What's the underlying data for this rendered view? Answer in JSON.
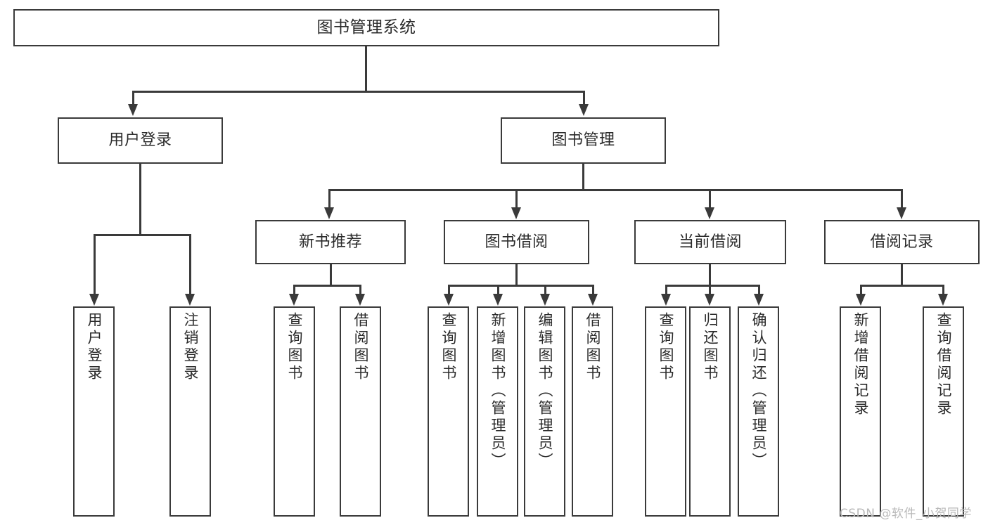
{
  "diagram": {
    "title": "图书管理系统",
    "type": "功能结构图",
    "stroke_color": "#3a3a3a",
    "text_color": "#2b2b2b",
    "background_color": "#ffffff"
  },
  "root": {
    "label": "图书管理系统"
  },
  "level2": [
    {
      "label": "用户登录"
    },
    {
      "label": "图书管理"
    }
  ],
  "level3": [
    {
      "label": "新书推荐"
    },
    {
      "label": "图书借阅"
    },
    {
      "label": "当前借阅"
    },
    {
      "label": "借阅记录"
    }
  ],
  "leaves": {
    "user_login": [
      {
        "label": "用户登录"
      },
      {
        "label": "注销登录"
      }
    ],
    "new_book_recommend": [
      {
        "label": "查询图书"
      },
      {
        "label": "借阅图书"
      }
    ],
    "book_borrow": [
      {
        "label": "查询图书"
      },
      {
        "label": "新增图书（管理员）"
      },
      {
        "label": "编辑图书（管理员）"
      },
      {
        "label": "借阅图书"
      }
    ],
    "current_borrow": [
      {
        "label": "查询图书"
      },
      {
        "label": "归还图书"
      },
      {
        "label": "确认归还（管理员）"
      }
    ],
    "borrow_record": [
      {
        "label": "新增借阅记录"
      },
      {
        "label": "查询借阅记录"
      }
    ]
  },
  "watermark": {
    "text": "CSDN @软件_小贺同学",
    "color": "#b9b9b9"
  }
}
